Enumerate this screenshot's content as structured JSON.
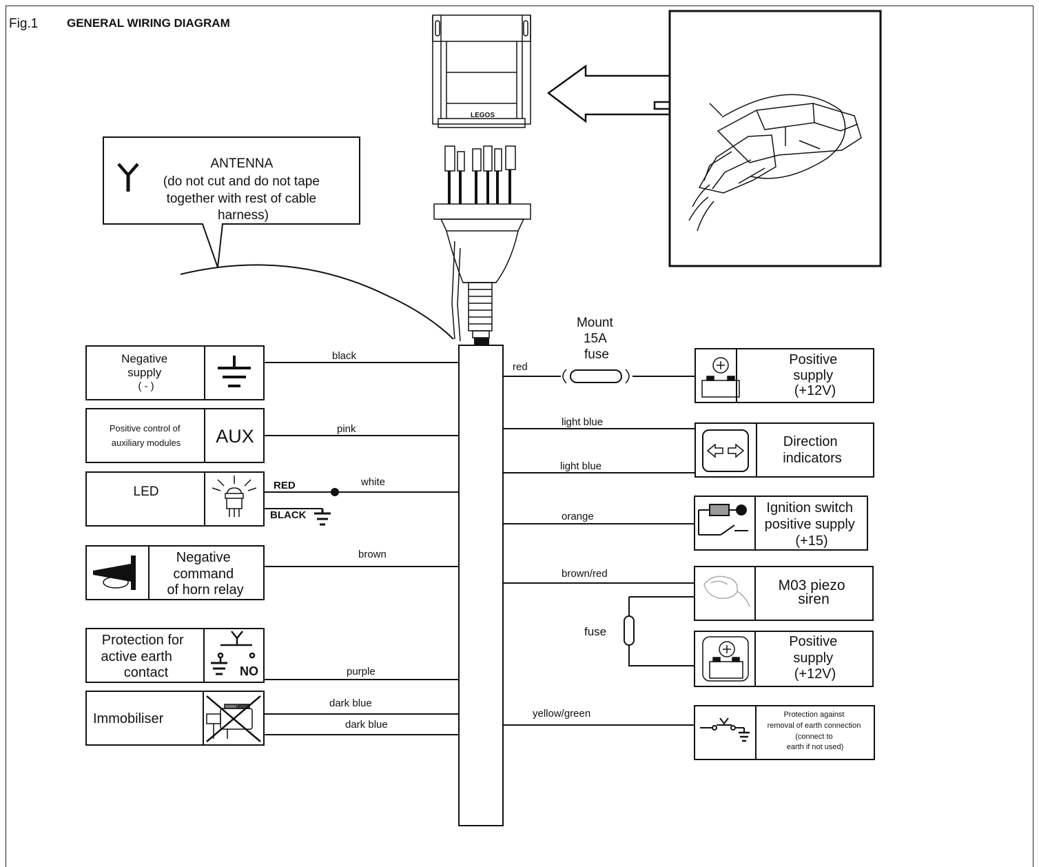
{
  "figure": {
    "label": "Fig.1",
    "title": "GENERAL WIRING DIAGRAM"
  },
  "antenna": {
    "lines": [
      "ANTENNA",
      "(do not cut and do not tape",
      "together with rest of cable",
      "harness)"
    ]
  },
  "connector": {
    "label": "LEGOS"
  },
  "left_boxes": {
    "negative_supply": {
      "lines": [
        "Negative",
        "supply",
        "( - )"
      ]
    },
    "aux": {
      "lines": [
        "Positive control of",
        "auxiliary modules"
      ],
      "symbol": "AUX"
    },
    "led": {
      "label": "LED",
      "red": "RED",
      "black": "BLACK"
    },
    "horn": {
      "lines": [
        "Negative",
        "command",
        "of horn relay"
      ]
    },
    "earth_contact": {
      "lines": [
        "Protection for",
        "active earth",
        "contact"
      ],
      "symbol": "NO"
    },
    "immobiliser": {
      "label": "Immobiliser"
    }
  },
  "right_boxes": {
    "positive_supply_1": {
      "lines": [
        "Positive",
        "supply",
        "(+12V)"
      ]
    },
    "direction": {
      "lines": [
        "Direction",
        "indicators"
      ]
    },
    "ignition": {
      "lines": [
        "Ignition switch",
        "positive supply",
        "(+15)"
      ]
    },
    "siren": {
      "lines": [
        "M03 piezo",
        "siren"
      ]
    },
    "positive_supply_2": {
      "lines": [
        "Positive",
        "supply",
        "(+12V)"
      ]
    },
    "earth_removal": {
      "lines": [
        "Protection against",
        "removal of earth connection",
        "(connect to",
        "earth if not used)"
      ]
    }
  },
  "wires_left": {
    "black": "black",
    "pink": "pink",
    "white": "white",
    "brown": "brown",
    "purple": "purple",
    "dark_blue_1": "dark blue",
    "dark_blue_2": "dark blue"
  },
  "wires_right": {
    "red": "red",
    "light_blue_1": "light blue",
    "light_blue_2": "light blue",
    "orange": "orange",
    "brown_red": "brown/red",
    "yellow_green": "yellow/green"
  },
  "fuses": {
    "main": [
      "Mount",
      "15A",
      "fuse"
    ],
    "siren": "fuse"
  }
}
